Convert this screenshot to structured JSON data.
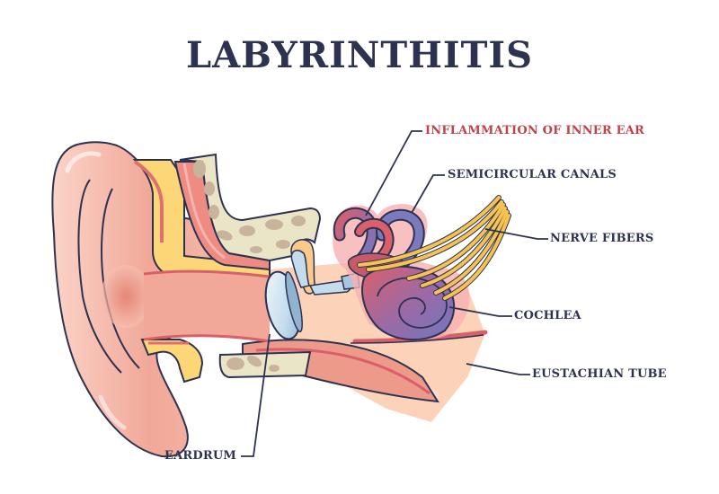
{
  "title": "LABYRINTHITIS",
  "labels": {
    "inflammation": "INFLAMMATION OF INNER EAR",
    "semicircular_canals": "SEMICIRCULAR CANALS",
    "nerve_fibers": "NERVE FIBERS",
    "cochlea": "COCHLEA",
    "eustachian_tube": "EUSTACHIAN TUBE",
    "eardrum": "EARDRUM"
  },
  "colors": {
    "title": "#2d3250",
    "label": "#2d3250",
    "accent_label": "#c0424a",
    "outline": "#2d3250",
    "skin": "#f4b4a4",
    "skin_light": "#fbd3c8",
    "cartilage_yellow": "#fdd678",
    "canal_red": "#e07070",
    "bone": "#ebe5c8",
    "bone_spots": "#c8b49c",
    "eardrum_blue": "#c4dcec",
    "inner_ear_purple": "#7a7abc",
    "inflammation_glow": "#f2a0a0",
    "nerve_yellow": "#f6c350"
  }
}
